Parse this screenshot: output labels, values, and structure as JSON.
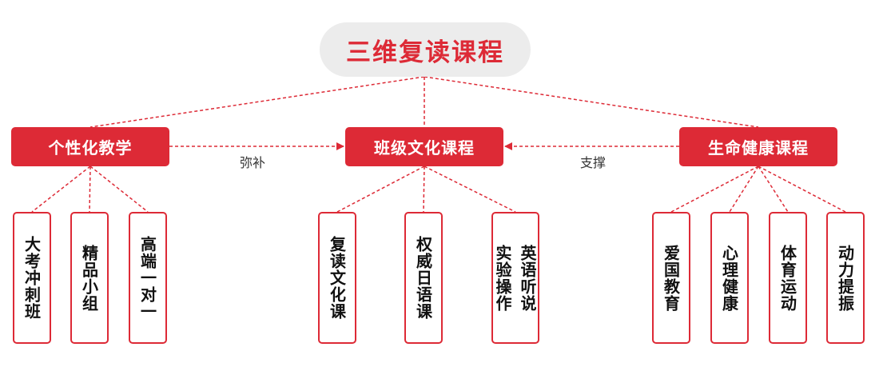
{
  "title": "三维复读课程",
  "categories": [
    {
      "label": "个性化教学",
      "leaves": [
        [
          "大考冲刺班"
        ],
        [
          "精品小组"
        ],
        [
          "高端一对一"
        ]
      ]
    },
    {
      "label": "班级文化课程",
      "leaves": [
        [
          "复读文化课"
        ],
        [
          "权威日语课"
        ],
        [
          "英语听说",
          "实验操作"
        ]
      ]
    },
    {
      "label": "生命健康课程",
      "leaves": [
        [
          "爱国教育"
        ],
        [
          "心理健康"
        ],
        [
          "体育运动"
        ],
        [
          "动力提振"
        ]
      ]
    }
  ],
  "relations": {
    "left": "弥补",
    "right": "支撑"
  },
  "colors": {
    "accent": "#dd2a36",
    "root_bg": "#ececec"
  }
}
